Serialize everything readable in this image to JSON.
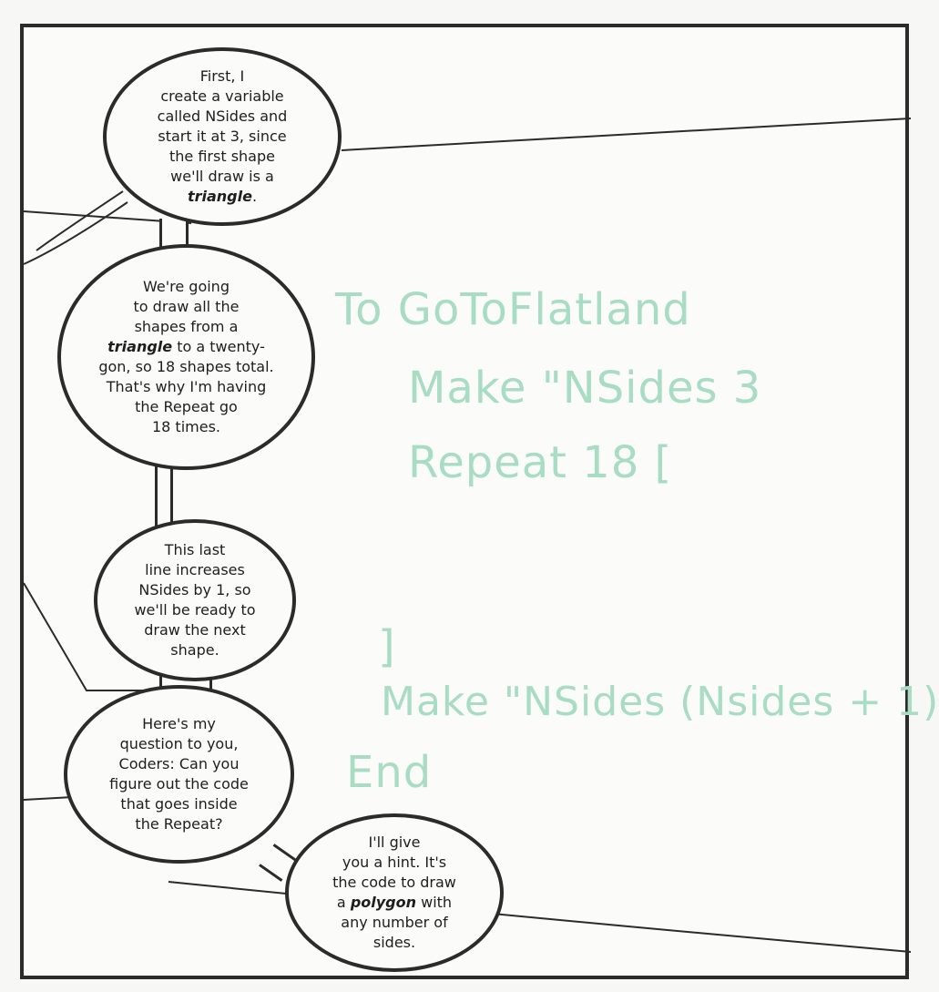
{
  "bubbles": [
    {
      "id": "b1",
      "before": "First, I\ncreate a variable\ncalled NSides and\nstart it at 3, since\nthe first shape\nwe'll draw is a\n",
      "em": "triangle",
      "after": "."
    },
    {
      "id": "b2",
      "before": "We're going\nto draw all the\nshapes from a\n",
      "em": "triangle",
      "after": " to a twenty-\ngon, so 18 shapes total.\nThat's why I'm having\nthe Repeat go\n18 times."
    },
    {
      "id": "b3",
      "text": "This last\nline increases\nNSides by 1, so\nwe'll be ready to\ndraw the next\nshape."
    },
    {
      "id": "b4",
      "text": "Here's my\nquestion to you,\nCoders: Can you\nfigure out the code\nthat goes inside\nthe Repeat?"
    },
    {
      "id": "b5",
      "before": "I'll give\nyou a hint. It's\nthe code to draw\na ",
      "em": "polygon",
      "after": " with\nany number of\nsides."
    }
  ],
  "code": {
    "line1": "To GoToFlatland",
    "line2": "Make \"NSides 3",
    "line3": "Repeat 18 [",
    "line4": "]",
    "line5": "Make \"NSides (Nsides + 1)",
    "line6": "End"
  },
  "colors": {
    "code": "#a8dcc3",
    "ink": "#2b2b2b",
    "paper": "#fbfbf9"
  }
}
